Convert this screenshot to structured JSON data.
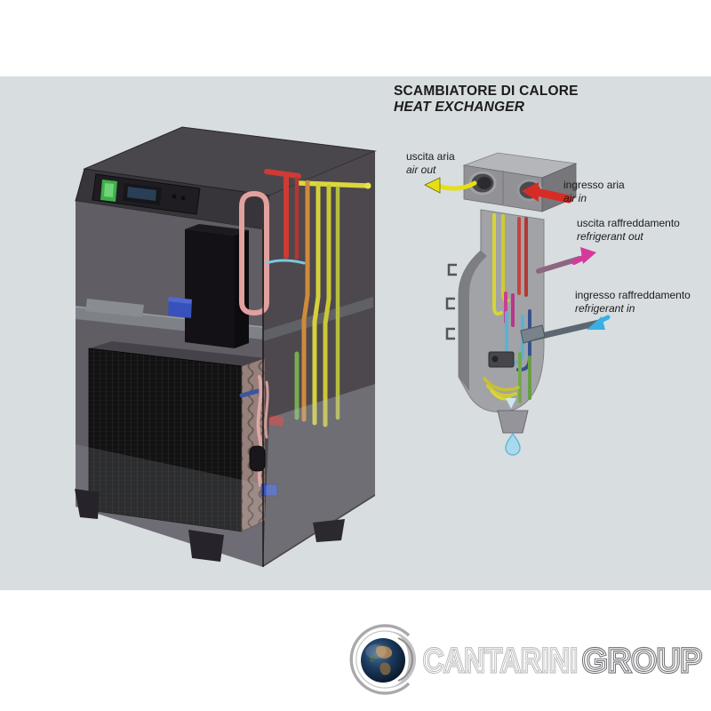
{
  "panel": {
    "background": "#d8dde0"
  },
  "diagram": {
    "title_it": "SCAMBIATORE DI CALORE",
    "title_en": "HEAT EXCHANGER",
    "labels": [
      {
        "id": "air-out",
        "it": "uscita aria",
        "en": "air out"
      },
      {
        "id": "air-in",
        "it": "ingresso aria",
        "en": "air in"
      },
      {
        "id": "refrigerant-out",
        "it": "uscita raffreddamento",
        "en": "refrigerant out"
      },
      {
        "id": "refrigerant-in",
        "it": "ingresso raffreddamento",
        "en": "refrigerant in"
      }
    ],
    "colors": {
      "air_out": "#e6df16",
      "air_in": "#d92b26",
      "refrigerant_out": "#d6399b",
      "refrigerant_in": "#38b0e2",
      "condensate": "#a8d9ec"
    }
  },
  "logo": {
    "primary": "CANTARINI",
    "secondary": "GROUP",
    "primary_color": "#b2b2b5",
    "secondary_color": "#6e6e72"
  }
}
